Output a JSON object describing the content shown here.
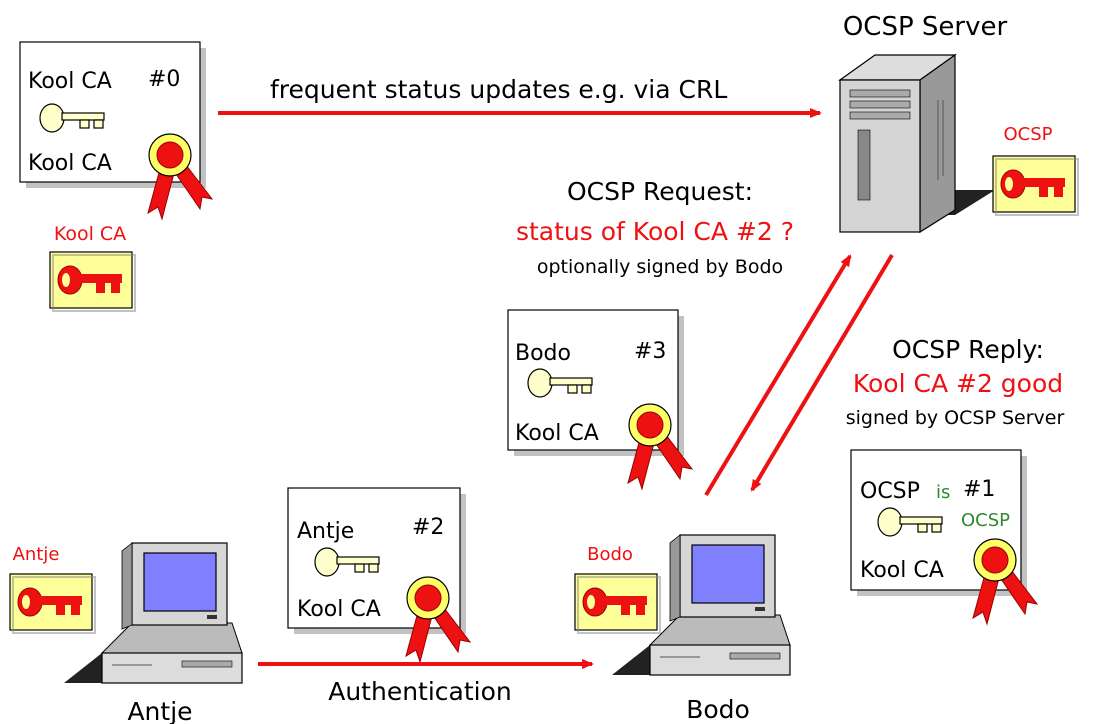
{
  "colors": {
    "accent_red": "#ee1111",
    "key_box": "#ffff99",
    "key_outline": "#ffffcc",
    "seal_red": "#ee1111",
    "green": "#2e8b2e",
    "monitor_screen": "#8080ff"
  },
  "ca_cert": {
    "name": "Kool CA",
    "number": "#0",
    "issuer": "Kool CA"
  },
  "ca_key_label": "Kool CA",
  "crl_arrow_label": "frequent status updates e.g. via CRL",
  "ocsp_server": {
    "title": "OCSP Server",
    "key_label": "OCSP"
  },
  "ocsp_request": {
    "title": "OCSP Request:",
    "query": "status of Kool CA #2 ?",
    "note": "optionally signed by Bodo"
  },
  "ocsp_reply": {
    "title": "OCSP Reply:",
    "status": "Kool CA #2 good",
    "note": "signed by OCSP Server"
  },
  "bodo_cert": {
    "name": "Bodo",
    "number": "#3",
    "issuer": "Kool CA"
  },
  "ocsp_cert": {
    "name": "OCSP",
    "is_label": "is",
    "number": "#1",
    "role": "OCSP",
    "issuer": "Kool CA"
  },
  "antje_cert": {
    "name": "Antje",
    "number": "#2",
    "issuer": "Kool CA"
  },
  "antje": {
    "key_label": "Antje",
    "name": "Antje"
  },
  "bodo": {
    "key_label": "Bodo",
    "name": "Bodo"
  },
  "auth_arrow_label": "Authentication"
}
